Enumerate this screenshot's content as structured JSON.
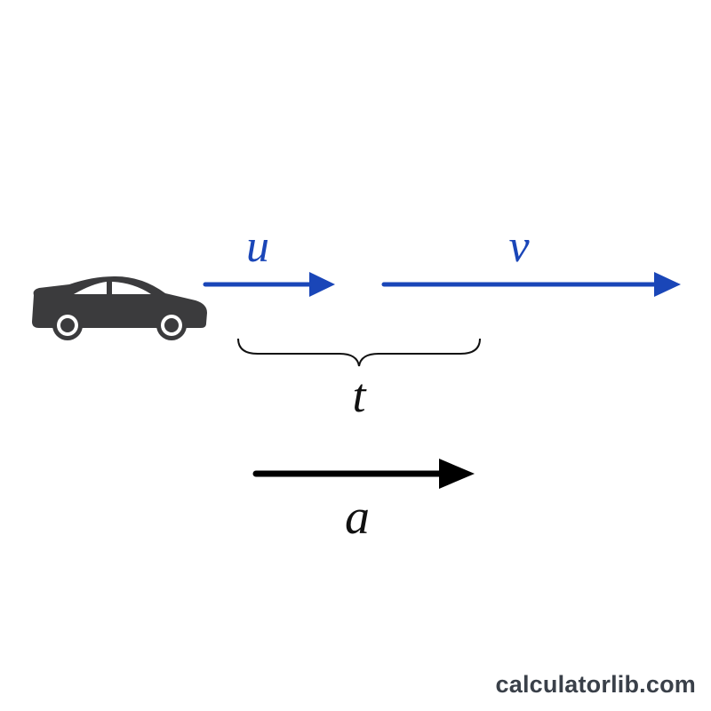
{
  "labels": {
    "initial_velocity": "u",
    "final_velocity": "v",
    "time": "t",
    "acceleration": "a"
  },
  "watermark": "calculatorlib.com",
  "colors": {
    "velocity": "#1a46b8",
    "acceleration": "#000000",
    "car": "#3b3b3d",
    "brace": "#111111",
    "watermark": "#3a4049"
  },
  "icons": {
    "vehicle": "car-icon"
  }
}
